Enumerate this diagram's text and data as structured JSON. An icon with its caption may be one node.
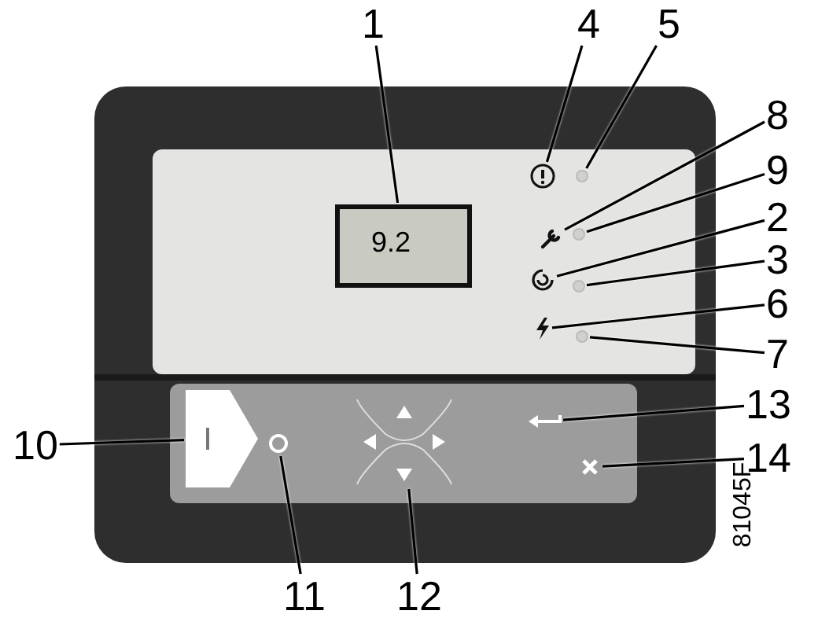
{
  "diagram": {
    "nodes": [
      {
        "text": [
          "1"
        ]
      },
      {
        "text": [
          "4"
        ]
      },
      {
        "text": [
          "5"
        ]
      },
      {
        "text": [
          "8"
        ]
      },
      {
        "text": [
          "9"
        ]
      },
      {
        "text": [
          "2"
        ]
      },
      {
        "text": [
          "3"
        ]
      },
      {
        "text": [
          "6"
        ]
      },
      {
        "text": [
          "7"
        ]
      },
      {
        "text": [
          "13"
        ]
      },
      {
        "text": [
          "10"
        ]
      },
      {
        "text": [
          "14"
        ]
      },
      {
        "text": [
          "11"
        ]
      },
      {
        "text": [
          "12"
        ]
      },
      {
        "text": [],
        "shape": "box"
      },
      {
        "text": [],
        "shape": "icon"
      },
      {
        "text": [],
        "shape": "circle"
      },
      {
        "text": [],
        "shape": "icon"
      },
      {
        "text": [],
        "shape": "circle"
      },
      {
        "text": [],
        "shape": "icon"
      },
      {
        "text": [],
        "shape": "circle"
      },
      {
        "text": [],
        "shape": "icon"
      },
      {
        "text": [],
        "shape": "circle"
      },
      {
        "text": [],
        "shape": "button"
      },
      {
        "text": [],
        "shape": "button"
      },
      {
        "text": [],
        "shape": "button"
      },
      {
        "text": [],
        "shape": "button"
      },
      {
        "text": [],
        "shape": "button"
      }
    ],
    "edges": [
      {
        "from": 0,
        "to": 14,
        "arrow": "none"
      },
      {
        "from": 1,
        "to": 15,
        "arrow": "none"
      },
      {
        "from": 2,
        "to": 16,
        "arrow": "none"
      },
      {
        "from": 3,
        "to": 17,
        "arrow": "none"
      },
      {
        "from": 4,
        "to": 18,
        "arrow": "none"
      },
      {
        "from": 5,
        "to": 19,
        "arrow": "none"
      },
      {
        "from": 6,
        "to": 20,
        "arrow": "none"
      },
      {
        "from": 7,
        "to": 21,
        "arrow": "none"
      },
      {
        "from": 8,
        "to": 22,
        "arrow": "none"
      },
      {
        "from": 9,
        "to": 23,
        "arrow": "none"
      },
      {
        "from": 10,
        "to": 24,
        "arrow": "none"
      },
      {
        "from": 11,
        "to": 25,
        "arrow": "none"
      },
      {
        "from": 12,
        "to": 26,
        "arrow": "none"
      },
      {
        "from": 13,
        "to": 27,
        "arrow": "none"
      }
    ],
    "labels": [
      "9.2",
      "81045F"
    ]
  }
}
